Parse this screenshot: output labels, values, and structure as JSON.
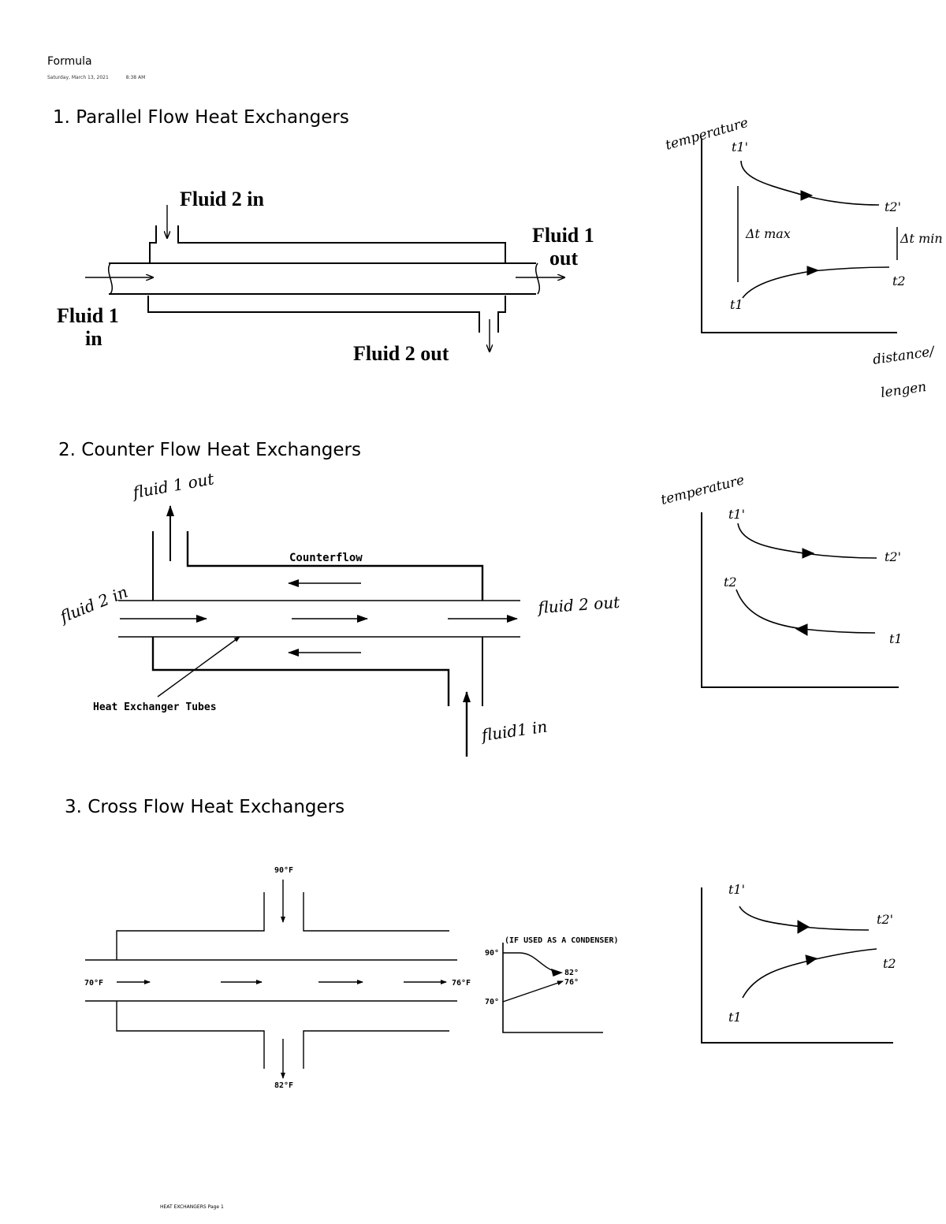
{
  "page": {
    "title": "Formula",
    "date": "Saturday, March 13, 2021",
    "time": "8:38 AM",
    "footer": "HEAT EXCHANGERS Page 1"
  },
  "sections": [
    {
      "heading": "1. Parallel Flow Heat Exchangers",
      "diagram_labels": {
        "fluid2_in": "Fluid 2 in",
        "fluid1_out_line1": "Fluid 1",
        "fluid1_out_line2": "out",
        "fluid1_in_line1": "Fluid 1",
        "fluid1_in_line2": "in",
        "fluid2_out": "Fluid 2 out"
      },
      "graph_labels": {
        "y_axis": "temperature",
        "x_axis_line1": "distance/",
        "x_axis_line2": "lengen",
        "hot_in": "t1'",
        "hot_out": "t2'",
        "cold_in": "t1",
        "cold_out": "t2",
        "dt_max": "Δt max",
        "dt_min": "Δt min"
      }
    },
    {
      "heading": "2. Counter Flow Heat Exchangers",
      "diagram_labels": {
        "fluid1_out": "fluid 1 out",
        "counterflow": "Counterflow",
        "fluid2_in": "fluid 2 in",
        "fluid2_out": "fluid 2 out",
        "tubes": "Heat Exchanger Tubes",
        "fluid1_in": "fluid1 in"
      },
      "graph_labels": {
        "y_axis": "temperature",
        "hot_in": "t1'",
        "hot_out": "t2'",
        "cold_in": "t2",
        "cold_out": "t1"
      }
    },
    {
      "heading": "3. Cross Flow Heat Exchangers",
      "diagram_labels": {
        "top_temp": "90°F",
        "bottom_temp": "82°F",
        "inlet_temp": "70°F",
        "outlet_temp": "76°F",
        "condenser_note": "(IF USED AS A CONDENSER)",
        "graph_90": "90°",
        "graph_70": "70°",
        "graph_82": "82°",
        "graph_76": "76°"
      },
      "graph_labels": {
        "hot_in": "t1'",
        "hot_out": "t2'",
        "cold_in": "t1",
        "cold_out": "t2"
      }
    }
  ]
}
